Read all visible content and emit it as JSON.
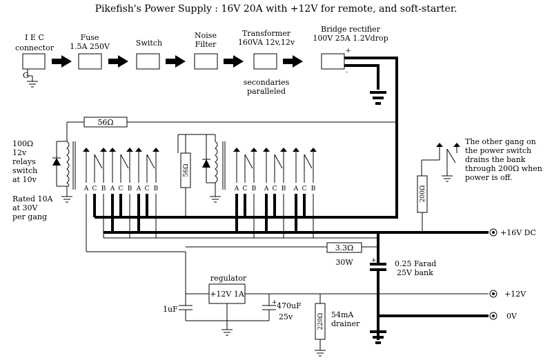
{
  "title": "Pikefish's Power Supply : 16V 20A with +12V for remote, and soft-starter.",
  "chain": {
    "iec": [
      "I E C",
      "connector"
    ],
    "fuse": [
      "Fuse",
      "1.5A 250V"
    ],
    "switch": [
      "Switch"
    ],
    "filter": [
      "Noise",
      "Filter"
    ],
    "transformer": [
      "Transformer",
      "160VA 12v,12v"
    ],
    "rectifier": [
      "Bridge rectifier",
      "100V 25A  1.2Vdrop"
    ]
  },
  "ground_g": "G",
  "secondaries": [
    "secondaries",
    "paralleled"
  ],
  "rect_plus": "+",
  "rect_minus": "-",
  "relay_note": [
    "100Ω",
    "12v",
    "relays",
    "switch",
    "at 10v"
  ],
  "rated_note": [
    "Rated 10A",
    "at 30V",
    "per gang"
  ],
  "res_top": "56Ω",
  "res_coil": "56Ω",
  "pins": [
    "A",
    "C",
    "B"
  ],
  "other_gang_note": [
    "The other gang on",
    "the power switch",
    "drains the bank",
    "through 200Ω when",
    "power is off."
  ],
  "res_drain_sw": "200Ω",
  "out_16v": "+16V DC",
  "res_33": "3.3Ω",
  "res_33_w": "30W",
  "cap_plus": "+",
  "cap_bank": [
    "0.25 Farad",
    "25V bank"
  ],
  "regulator_label": "regulator",
  "regulator_box": "+12V 1A",
  "out_12v": "+12V",
  "cap_1u": "1uF",
  "cap_470": [
    "470uF",
    "25v"
  ],
  "res_220": "220Ω",
  "drainer": [
    "54mA",
    "drainer"
  ],
  "out_0v": "0V"
}
